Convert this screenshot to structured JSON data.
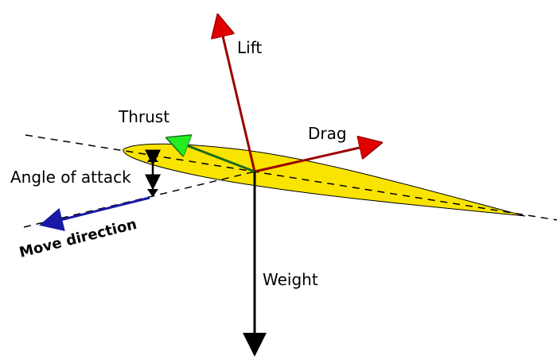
{
  "labels": {
    "lift": "Lift",
    "thrust": "Thrust",
    "drag": "Drag",
    "angle_of_attack": "Angle of attack",
    "move_direction": "Move direction",
    "weight": "Weight"
  },
  "colors": {
    "airfoil_fill": "#f8e400",
    "lift_drag_arrow": "#990000",
    "lift_drag_head": "#e00000",
    "thrust_arrow": "#1c6a1c",
    "thrust_head": "#22ee22",
    "move_arrow": "#1919a6",
    "weight_arrow": "#000000",
    "text": "#000000"
  }
}
